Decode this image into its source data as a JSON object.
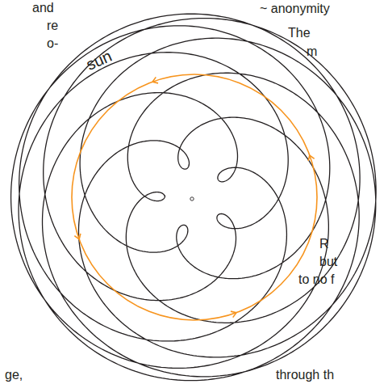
{
  "diagram": {
    "labels": [
      "sun",
      "and",
      "re",
      "o-",
      "~ anonymity",
      "The",
      "m",
      "R",
      "but",
      "to no f",
      "through th",
      "ge,"
    ]
  }
}
